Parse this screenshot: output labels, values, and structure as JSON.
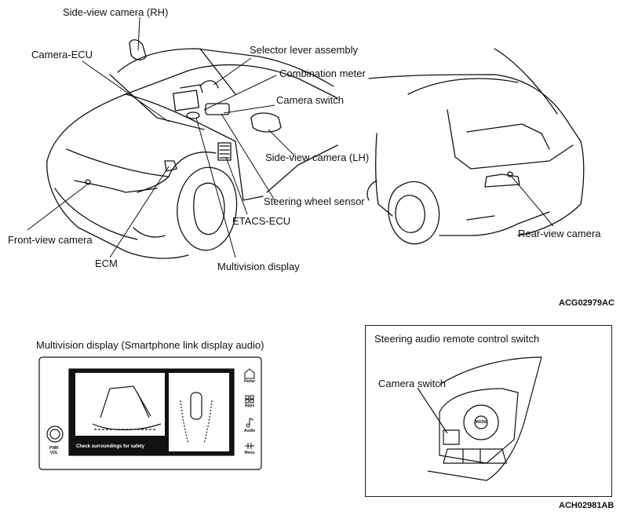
{
  "upper_labels": {
    "side_view_rh": "Side-view camera (RH)",
    "camera_ecu": "Camera-ECU",
    "selector_lever": "Selector lever assembly",
    "combination_meter": "Combination meter",
    "camera_switch": "Camera switch",
    "side_view_lh": "Side-view camera (LH)",
    "steering_wheel_sensor": "Steering wheel sensor",
    "etacs_ecu": "ETACS-ECU",
    "front_view_camera": "Front-view camera",
    "ecm": "ECM",
    "multivision_display": "Multivision display",
    "rear_view_camera": "Rear-view camera"
  },
  "figure_codes": {
    "upper": "ACG02979AC",
    "lower": "ACH02981AB"
  },
  "display_panel": {
    "title": "Multivision display (Smartphone link display audio)",
    "message": "Check surroundings for safety",
    "power_label": "PWR\nVOL",
    "side_buttons": [
      {
        "icon": "home-icon",
        "label": "Home"
      },
      {
        "icon": "apps-icon",
        "label": "Apps"
      },
      {
        "icon": "audio-icon",
        "label": "Audio"
      },
      {
        "icon": "menu-icon",
        "label": "Menu"
      }
    ]
  },
  "steering_panel": {
    "title": "Steering audio remote control switch",
    "camera_switch": "Camera switch",
    "mode_label": "MODE"
  }
}
